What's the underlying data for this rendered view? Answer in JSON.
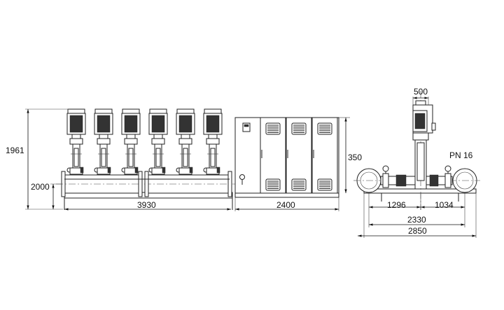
{
  "dimensions": {
    "overall_height": "1961",
    "header_height": "2000",
    "manifold_length": "3930",
    "cabinet_width": "2400",
    "side_height": "350",
    "motor_width": "500",
    "pressure_rating": "PN 16",
    "left_offset": "1296",
    "right_offset": "1034",
    "inner_width": "2330",
    "overall_width": "2850"
  },
  "drawing": {
    "pump_count": 6,
    "cabinet_doors": 3,
    "line_color": "#222222"
  }
}
